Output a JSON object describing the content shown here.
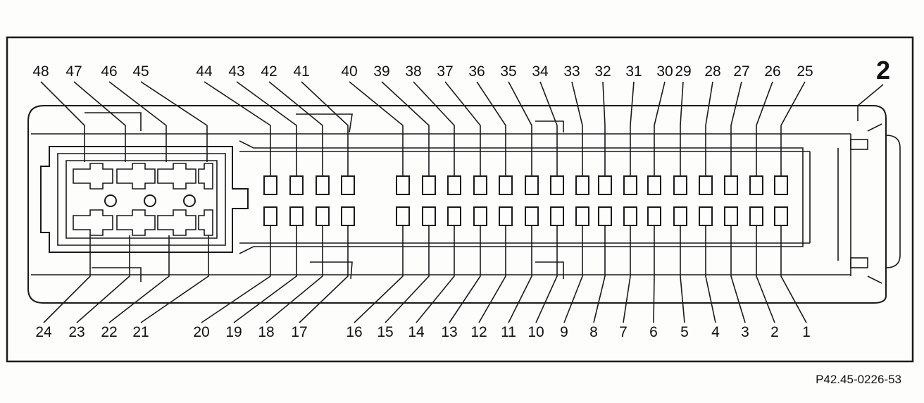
{
  "figure": {
    "callout": "2",
    "reference": "P42.45-0226-53"
  },
  "pins": {
    "top_row": [
      "48",
      "47",
      "46",
      "45",
      "44",
      "43",
      "42",
      "41",
      "40",
      "39",
      "38",
      "37",
      "36",
      "35",
      "34",
      "33",
      "32",
      "31",
      "30",
      "29",
      "28",
      "27",
      "26",
      "25"
    ],
    "bottom_row": [
      "24",
      "23",
      "22",
      "21",
      "20",
      "19",
      "18",
      "17",
      "16",
      "15",
      "14",
      "13",
      "12",
      "11",
      "10",
      "9",
      "8",
      "7",
      "6",
      "5",
      "4",
      "3",
      "2",
      "1"
    ]
  },
  "colors": {
    "line": "#1a1a1a",
    "paper": "#fdfdfb"
  }
}
